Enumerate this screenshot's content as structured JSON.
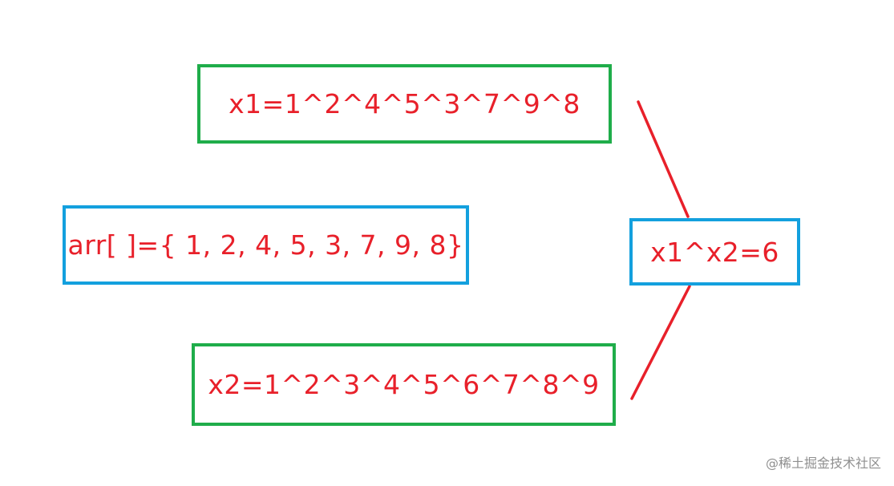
{
  "diagram": {
    "x1_expression": "x1=1^2^4^5^3^7^9^8",
    "array_expression": "arr[ ]={ 1, 2, 4, 5, 3, 7, 9, 8}",
    "x2_expression": "x2=1^2^3^4^5^6^7^8^9",
    "result_expression": "x1^x2=6"
  },
  "watermark": "@稀土掘金技术社区",
  "colors": {
    "text": "#e8202a",
    "green_border": "#1fad4a",
    "blue_border": "#13a0de",
    "connector": "#e8202a",
    "watermark": "#8f8f8f"
  }
}
